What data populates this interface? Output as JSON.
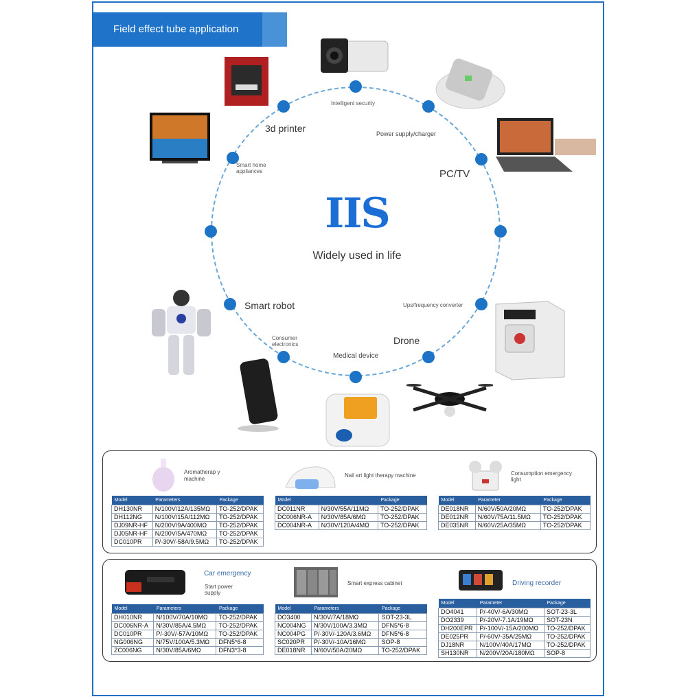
{
  "header": {
    "title": "Field effect tube application"
  },
  "center": {
    "logo": "IIS",
    "subtitle": "Widely used in life"
  },
  "orbit_labels": {
    "intelligent_security": "Intelligent security",
    "power_supply": "Power supply/charger",
    "pc_tv": "PC/TV",
    "printer_3d": "3d printer",
    "smart_home": "Smart home appliances",
    "smart_robot": "Smart robot",
    "consumer_electronics": "Consumer electronics",
    "medical_device": "Medical device",
    "drone": "Drone",
    "ups": "Ups/frequency converter"
  },
  "colors": {
    "accent": "#1f73c8",
    "dot": "#1d73c5",
    "table_header": "#2a5f9f"
  },
  "panels": {
    "aroma": {
      "label": "Aromatherap y machine",
      "headers": [
        "Model",
        "Parameters",
        "Package"
      ],
      "rows": [
        [
          "DH130NR",
          "N/100V/12A/135MΩ",
          "TO-252/DPAK"
        ],
        [
          "DH112NG",
          "N/100V/15A/112MΩ",
          "TO-252/DPAK"
        ],
        [
          "DJ09NR-HF",
          "N/200V/9A/400MΩ",
          "TO-252/DPAK"
        ],
        [
          "DJ05NR-HF",
          "N/200V/5A/470MΩ",
          "TO-252/DPAK"
        ],
        [
          "DC010PR",
          "P/-30V/-58A/9.5MΩ",
          "TO-252/DPAK"
        ]
      ]
    },
    "nail": {
      "label": "Nail art light therapy machine",
      "headers": [
        "Model",
        "",
        "Package"
      ],
      "rows": [
        [
          "DC011NR",
          "N/30V/55A/11MΩ",
          "TO-252/DPAK"
        ],
        [
          "DC006NR-A",
          "N/30V/85A/6MΩ",
          "TO-252/DPAK"
        ],
        [
          "DC004NR-A",
          "N/30V/120A/4MΩ",
          "TO-252/DPAK"
        ]
      ]
    },
    "emergency_light": {
      "label": "Consumption emergency light",
      "headers": [
        "Model",
        "Parameter",
        "Package"
      ],
      "rows": [
        [
          "DE018NR",
          "N/60V/50A/20MΩ",
          "TO-252/DPAK"
        ],
        [
          "DE012NR",
          "N/60V/75A/11.5MΩ",
          "TO-252/DPAK"
        ],
        [
          "DE035NR",
          "N/60V/25A/35MΩ",
          "TO-252/DPAK"
        ]
      ]
    },
    "car": {
      "label_title": "Car emergency",
      "label_sub": "Start power supply",
      "headers": [
        "Model",
        "Parameters",
        "Package"
      ],
      "rows": [
        [
          "DH010NR",
          "N/100V/70A/10MΩ",
          "TO-252/DPAK"
        ],
        [
          "DC006NR-A",
          "N/30V/85A/4.5MΩ",
          "TO-252/DPAK"
        ],
        [
          "DC010PR",
          "P/-30V/-57A/10MΩ",
          "TO-252/DPAK"
        ],
        [
          "NG006NG",
          "N/75V/100A/5.3MΩ",
          "DFN5*6-8"
        ],
        [
          "ZC006NG",
          "N/30V/85A/6MΩ",
          "DFN3*3-8"
        ]
      ]
    },
    "cabinet": {
      "label": "Smart express cabinet",
      "headers": [
        "Model",
        "Parameters",
        "Package"
      ],
      "rows": [
        [
          "DO3400",
          "N/30V/7A/18MΩ",
          "SOT-23-3L"
        ],
        [
          "NC004NG",
          "N/30V/100A/3.3MΩ",
          "DFN5*6-8"
        ],
        [
          "NC004PG",
          "P/-30V/-120A/3.6MΩ",
          "DFN5*6-8"
        ],
        [
          "SC020PR",
          "P/-30V/-10A/16MΩ",
          "SOP-8"
        ],
        [
          "DE018NR",
          "N/60V/50A/20MΩ",
          "TO-252/DPAK"
        ]
      ]
    },
    "recorder": {
      "label": "Driving recorder",
      "headers": [
        "Model",
        "Parameter",
        "Package"
      ],
      "rows": [
        [
          "DO4041",
          "P/-40V/-6A/30MΩ",
          "SOT-23-3L"
        ],
        [
          "DO2339",
          "P/-20V/-7.1A/19MΩ",
          "SOT-23N"
        ],
        [
          "DH200EPR",
          "P/-100V/-15A/200MΩ",
          "TO-252/DPAK"
        ],
        [
          "DE025PR",
          "P/-60V/-35A/25MΩ",
          "TO-252/DPAK"
        ],
        [
          "DJ18NR",
          "N/100V/40A/17MΩ",
          "TO-252/DPAK"
        ],
        [
          "SH130NR",
          "N/200V/20A/180MΩ",
          "SOP-8"
        ]
      ]
    }
  }
}
